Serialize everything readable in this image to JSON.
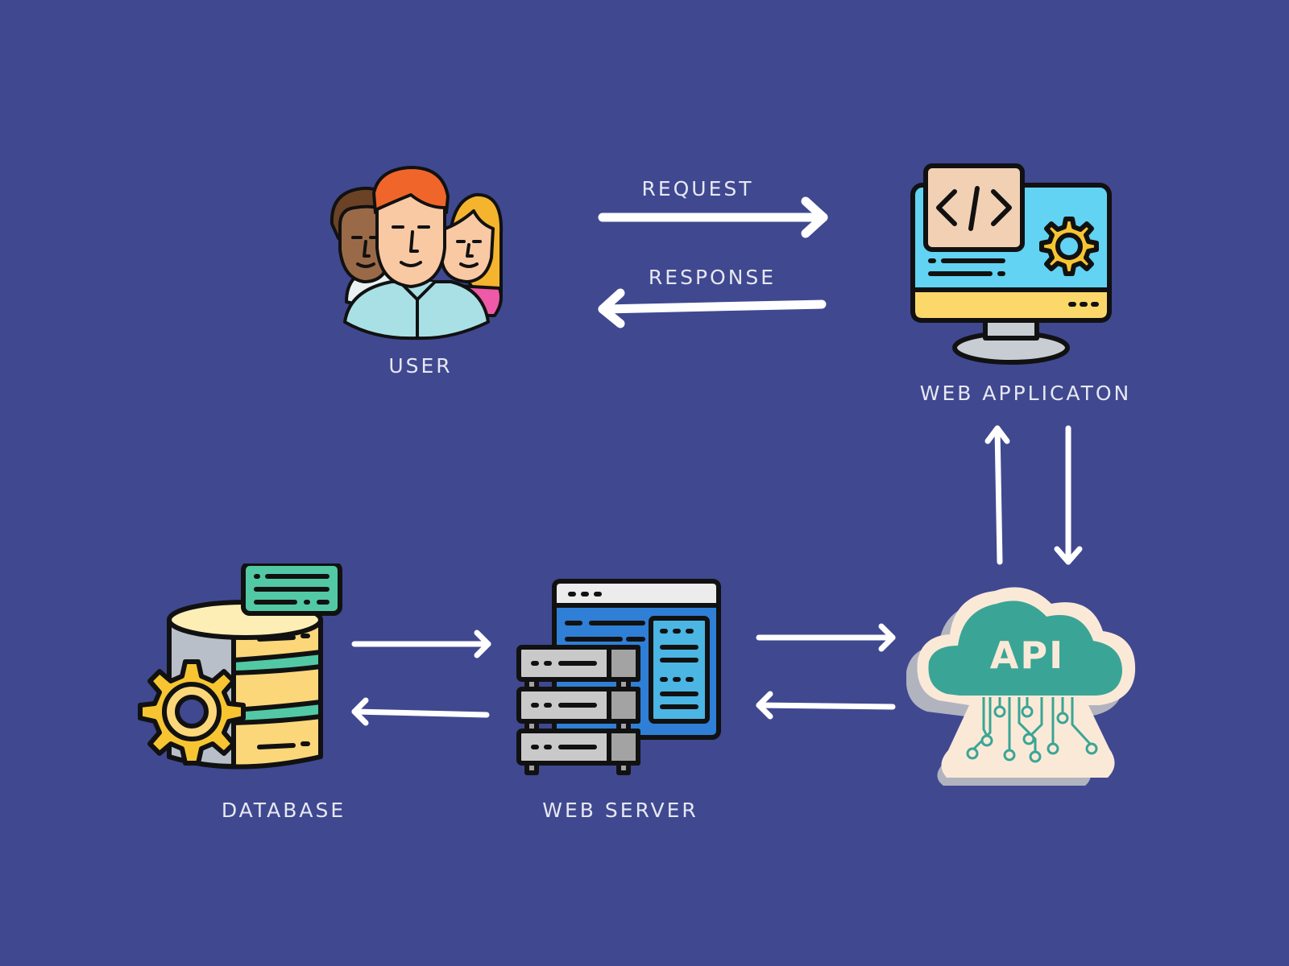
{
  "diagram": {
    "background_color": "#404890",
    "text_color": "#e6e8f2",
    "nodes": {
      "user": {
        "label": "USER",
        "icon": "users-group-icon"
      },
      "web_app": {
        "label": "WEB APPLICATON",
        "icon": "monitor-code-gear-icon"
      },
      "database": {
        "label": "DATABASE",
        "icon": "database-gear-icon"
      },
      "web_server": {
        "label": "WEB SERVER",
        "icon": "server-rack-icon"
      },
      "api": {
        "label": "API",
        "icon": "api-cloud-icon"
      }
    },
    "edges": [
      {
        "from": "user",
        "to": "web_app",
        "label": "REQUEST"
      },
      {
        "from": "web_app",
        "to": "user",
        "label": "RESPONSE"
      },
      {
        "from": "api",
        "to": "web_app",
        "label": ""
      },
      {
        "from": "web_app",
        "to": "api",
        "label": ""
      },
      {
        "from": "database",
        "to": "web_server",
        "label": ""
      },
      {
        "from": "web_server",
        "to": "database",
        "label": ""
      },
      {
        "from": "web_server",
        "to": "api",
        "label": ""
      },
      {
        "from": "api",
        "to": "web_server",
        "label": ""
      }
    ],
    "palette": {
      "outline": "#111111",
      "skin_light": "#f9c9a4",
      "skin_dark": "#9a6a48",
      "hair_orange": "#f0662a",
      "hair_blonde": "#f4b42e",
      "hair_brown": "#6b4226",
      "shirt_blue": "#a9e0e6",
      "shirt_pink": "#ee5aa8",
      "screen_blue": "#62d3f2",
      "code_panel": "#f2d0b4",
      "gear_yellow": "#f7c531",
      "bar_yellow": "#fcd86b",
      "stand_grey": "#c8cdd3",
      "db_yellow": "#fbd77a",
      "db_cream": "#fdeeb6",
      "db_grey": "#b8bfc9",
      "db_teal": "#52c9a4",
      "server_grey": "#c9c9c9",
      "server_dark_grey": "#a3a3a3",
      "window_blue": "#2f7fd6",
      "panel_blue": "#4bb5e3",
      "window_bar": "#ececec",
      "api_teal": "#3aa596",
      "api_cream": "#fbe9d7",
      "api_shadow": "#b1b4bf"
    }
  }
}
